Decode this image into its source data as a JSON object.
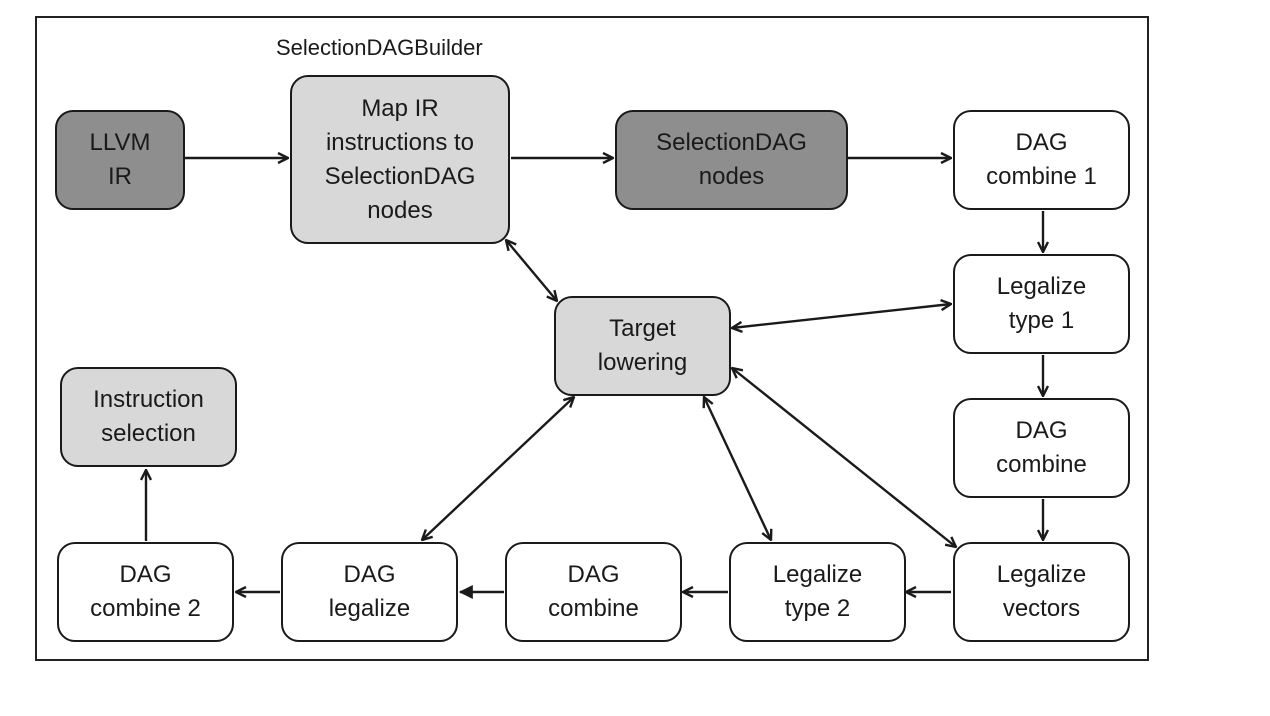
{
  "diagram": {
    "caption": "SelectionDAGBuilder",
    "nodes": {
      "llvm_ir": "LLVM\nIR",
      "map_ir": "Map IR\ninstructions to\nSelectionDAG\nnodes",
      "selectiondag_nodes": "SelectionDAG\nnodes",
      "dag_combine_1": "DAG\ncombine 1",
      "legalize_type_1": "Legalize\ntype 1",
      "target_lowering": "Target\nlowering",
      "dag_combine_mid": "DAG\ncombine",
      "instruction_selection": "Instruction\nselection",
      "legalize_vectors": "Legalize\nvectors",
      "legalize_type_2": "Legalize\ntype 2",
      "dag_combine_bottom": "DAG\ncombine",
      "dag_legalize": "DAG\nlegalize",
      "dag_combine_2": "DAG\ncombine 2"
    },
    "colors": {
      "dark_fill": "#8e8e8e",
      "light_fill": "#d8d8d8",
      "white_fill": "#ffffff",
      "stroke": "#1a1a1a"
    }
  }
}
